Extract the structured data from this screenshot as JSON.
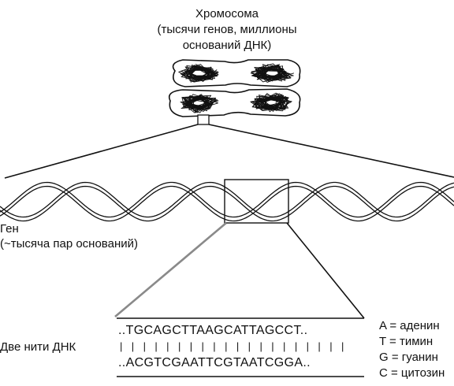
{
  "chromosome": {
    "title": "Хромосома",
    "subtitle_line1": "(тысячи генов, миллионы",
    "subtitle_line2": "оснований ДНК)"
  },
  "gene": {
    "title": "Ген",
    "subtitle": "(~тысяча пар оснований)"
  },
  "dna_strands": {
    "label": "Две нити ДНК",
    "top_strand": "..TGCAGCTTAAGCATTAGCCT..",
    "bonds": "| | | | | | | | | | | | | | | | | | | |",
    "bottom_strand": "..ACGTCGAATTCGTAATCGGA.."
  },
  "legend": [
    "A = аденин",
    "T = тимин",
    "G = гуанин",
    "C = цитозин"
  ]
}
